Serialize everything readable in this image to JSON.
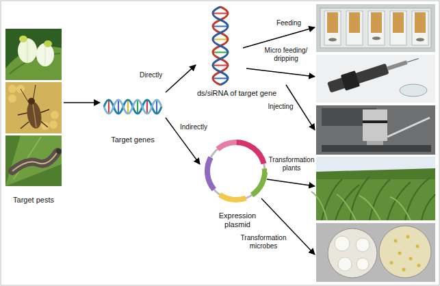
{
  "diagram": {
    "nodes": [
      {
        "text": [
          "Target pests"
        ]
      },
      {
        "text": [
          "Target genes"
        ]
      },
      {
        "text": [
          "ds/siRNA of target gene"
        ]
      },
      {
        "text": [
          "Expression plasmid"
        ]
      }
    ],
    "edges": [
      {
        "from": 0,
        "to": 1,
        "arrow": "to"
      },
      {
        "from": 1,
        "to": 2,
        "label": "Directly",
        "arrow": "to"
      },
      {
        "from": 1,
        "to": 3,
        "label": "Indirectly",
        "arrow": "to"
      }
    ],
    "labels": [
      "Feeding",
      "Micro feeding/ dripping",
      "Injecting",
      "Transformation plants",
      "Transformation microbes"
    ]
  }
}
